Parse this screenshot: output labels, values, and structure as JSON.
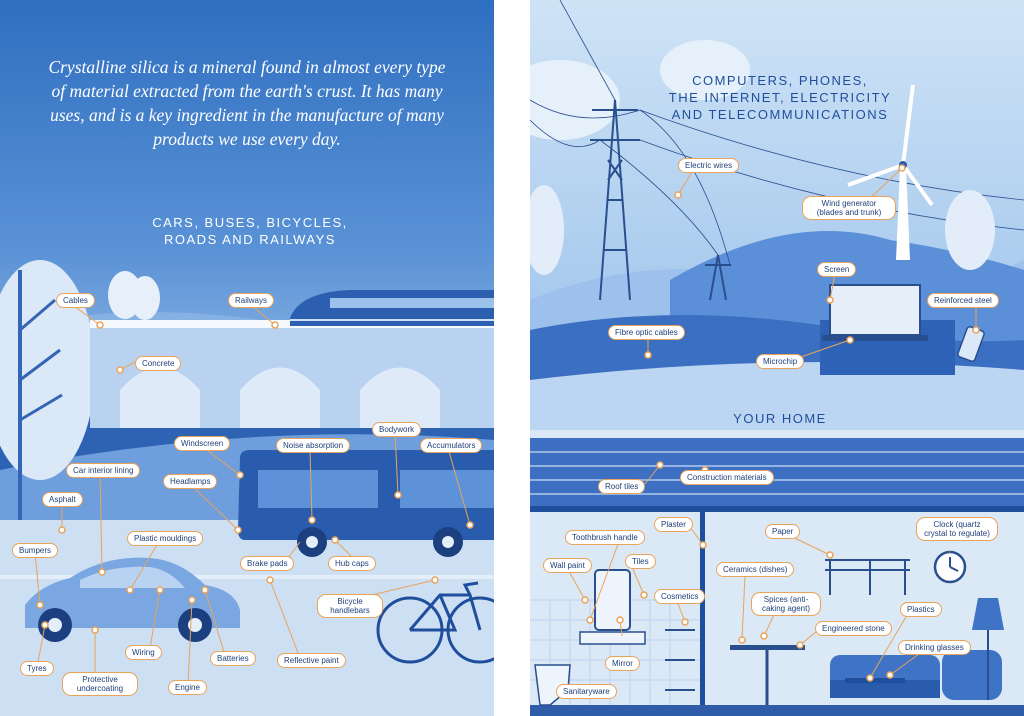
{
  "left": {
    "intro": "Crystalline silica is a mineral found in almost every type of material extracted from the earth's crust. It has many uses, and is a key ingredient in the manufacture of many products we use every day.",
    "heading_line1": "CARS, BUSES, BICYCLES,",
    "heading_line2": "ROADS AND RAILWAYS",
    "labels": {
      "cables": "Cables",
      "railways": "Railways",
      "concrete": "Concrete",
      "windscreen": "Windscreen",
      "noise_absorption": "Noise absorption",
      "bodywork": "Bodywork",
      "accumulators": "Accumulators",
      "car_interior_lining": "Car interior lining",
      "headlamps": "Headlamps",
      "asphalt": "Asphalt",
      "plastic_mouldings": "Plastic mouldings",
      "bumpers": "Bumpers",
      "brake_pads": "Brake pads",
      "hub_caps": "Hub caps",
      "bicycle_handlebars": "Bicycle handlebars",
      "wiring": "Wiring",
      "batteries": "Batteries",
      "reflective_paint": "Reflective paint",
      "tyres": "Tyres",
      "protective_undercoating": "Protective undercoating",
      "engine": "Engine"
    }
  },
  "right": {
    "heading_line1": "COMPUTERS, PHONES,",
    "heading_line2": "THE INTERNET, ELECTRICITY",
    "heading_line3": "AND TELECOMMUNICATIONS",
    "home_heading": "YOUR HOME",
    "labels": {
      "electric_wires": "Electric wires",
      "wind_generator": "Wind generator (blades and trunk)",
      "screen": "Screen",
      "reinforced_steel": "Reinforced steel",
      "fibre_optic_cables": "Fibre optic cables",
      "microchip": "Microchip",
      "roof_tiles": "Roof tiles",
      "construction_materials": "Construction materials",
      "plaster": "Plaster",
      "toothbrush_handle": "Toothbrush handle",
      "paper": "Paper",
      "clock": "Clock (quartz crystal to regulate)",
      "wall_paint": "Wall paint",
      "tiles": "Tiles",
      "ceramics": "Ceramics (dishes)",
      "cosmetics": "Cosmetics",
      "spices": "Spices (anti-caking agent)",
      "plastics": "Plastics",
      "engineered_stone": "Engineered stone",
      "drinking_glasses": "Drinking glasses",
      "mirror": "Mirror",
      "sanitaryware": "Sanitaryware"
    }
  },
  "colors": {
    "accent": "#e9a35a",
    "dark_blue": "#1f4f9c",
    "label_text": "#1f3f7a"
  }
}
